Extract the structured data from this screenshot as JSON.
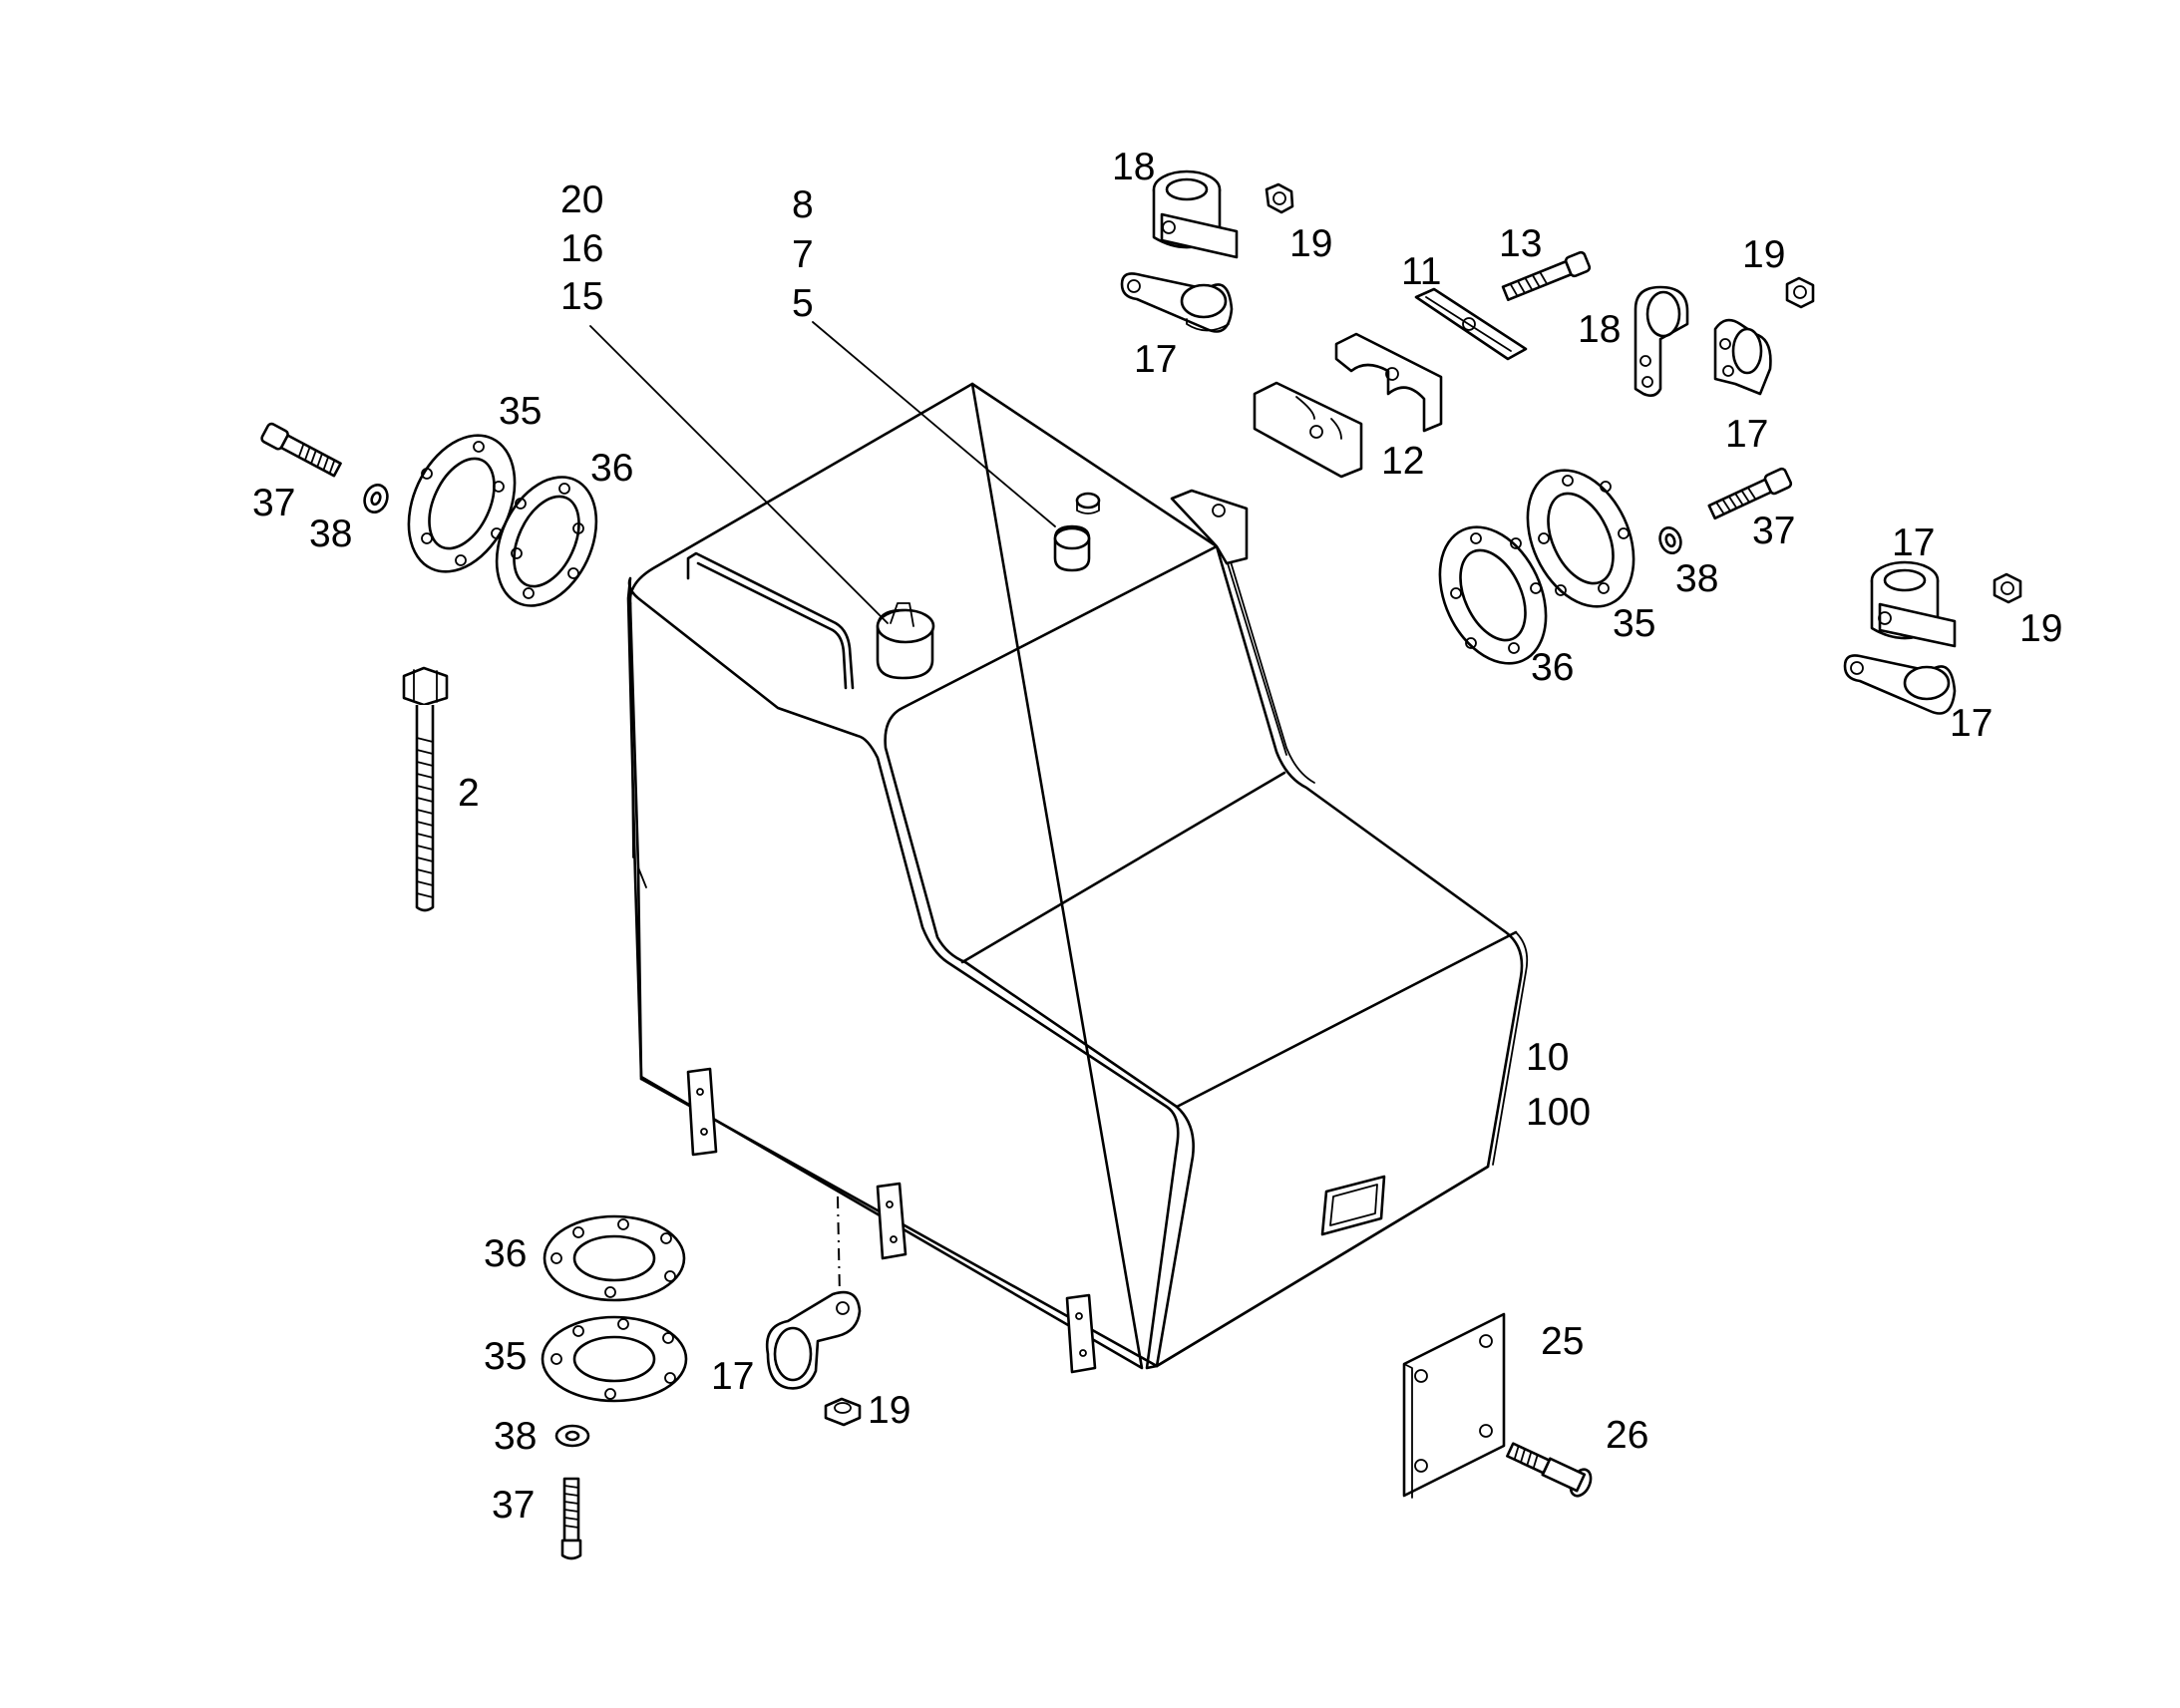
{
  "callouts": {
    "c20": "20",
    "c16": "16",
    "c15": "15",
    "c8": "8",
    "c7": "7",
    "c5": "5",
    "c18a": "18",
    "c19a": "19",
    "c17a": "17",
    "c11": "11",
    "c13": "13",
    "c12": "12",
    "c19b": "19",
    "c18b": "18",
    "c17b": "17",
    "c35a": "35",
    "c36a": "36",
    "c37a": "37",
    "c38a": "38",
    "c2": "2",
    "c37b": "37",
    "c38b": "38",
    "c35b": "35",
    "c36b": "36",
    "c17c": "17",
    "c19c": "19",
    "c17d": "17",
    "c10": "10",
    "c100": "100",
    "c36c": "36",
    "c35c": "35",
    "c38c": "38",
    "c37c": "37",
    "c17e": "17",
    "c19d": "19",
    "c25": "25",
    "c26": "26"
  }
}
